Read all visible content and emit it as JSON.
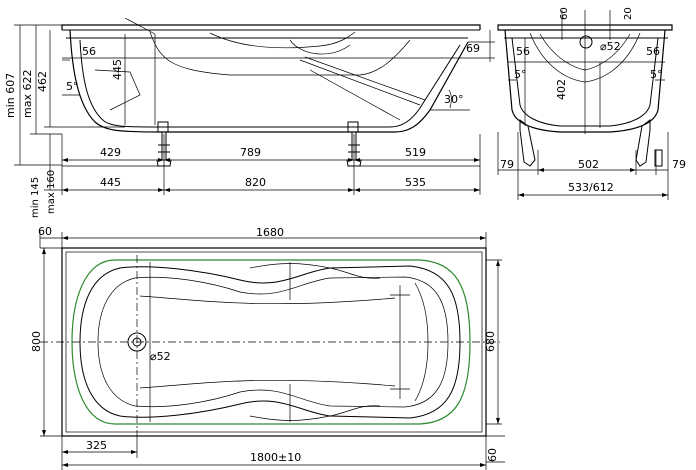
{
  "side_view": {
    "dims_top": [
      "56",
      "445",
      "5°",
      "30°",
      "69"
    ],
    "dims_left": [
      "min 607",
      "max 622",
      "462"
    ],
    "dims_legs_row1": [
      "429",
      "789",
      "519"
    ],
    "dims_legs_row2": [
      "445",
      "820",
      "535"
    ],
    "dims_leg_height": [
      "min 145",
      "max 160"
    ]
  },
  "end_view": {
    "dims_top": [
      "60",
      "20"
    ],
    "dims_labels": [
      "56",
      "⌀52",
      "56",
      "5°",
      "402",
      "5°"
    ],
    "dims_bottom": [
      "79",
      "502",
      "79",
      "533/612"
    ]
  },
  "plan_view": {
    "rim_left": "60",
    "inner_length": "1680",
    "width": "800",
    "inner_width": "680",
    "drain_diameter": "⌀52",
    "drain_offset": "325",
    "length": "1800±10",
    "rim_bottom": "60"
  }
}
